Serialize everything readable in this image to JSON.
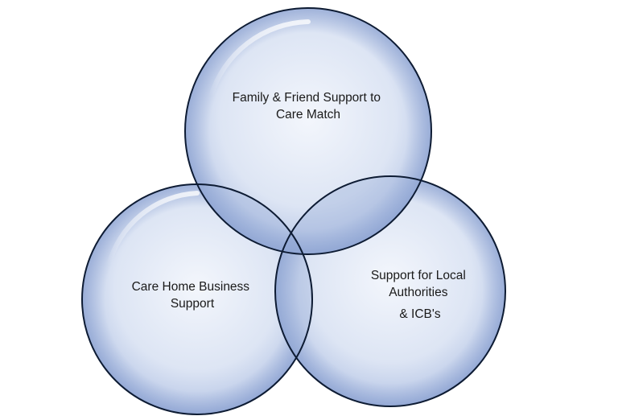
{
  "diagram": {
    "type": "venn",
    "circles": [
      {
        "id": "top",
        "lines": [
          "Family & Friend Support to",
          "Care Match"
        ]
      },
      {
        "id": "left",
        "lines": [
          "Care Home Business",
          "Support"
        ]
      },
      {
        "id": "right",
        "lines": [
          "Support for Local",
          "Authorities",
          "& ICB's"
        ]
      }
    ],
    "colors": {
      "fill_center": "#f1f4fb",
      "fill_edge": "#b9c8e6",
      "stroke": "#0d1b33",
      "overlap": "#8fa6d4",
      "text": "#1a1a1a"
    }
  }
}
